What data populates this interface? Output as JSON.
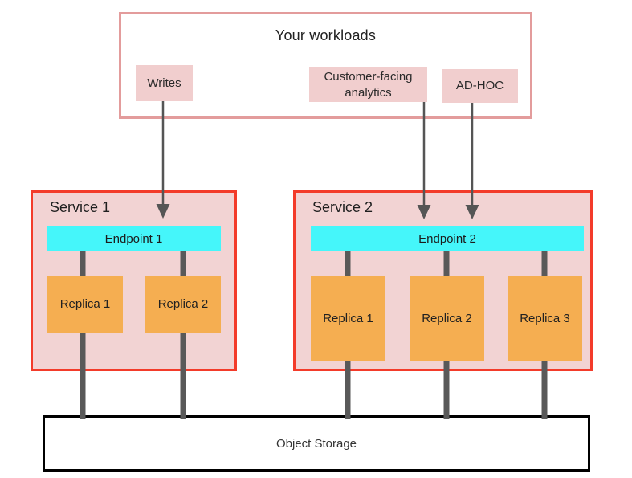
{
  "colors": {
    "service-border": "#f33b2a",
    "service-fill": "#f2d3d3",
    "workloads-border": "#e39c9c",
    "workload-item-fill": "#f1cece",
    "endpoint-fill": "#45f6fa",
    "replica-fill": "#f5ae51",
    "connector": "#595959",
    "arrow": "#555555",
    "storage-border": "#000000",
    "text": "#212121"
  },
  "workloads": {
    "title": "Your workloads",
    "items": [
      {
        "label": "Writes"
      },
      {
        "label": "Customer-facing analytics"
      },
      {
        "label": "AD-HOC"
      }
    ]
  },
  "services": [
    {
      "name": "Service 1",
      "endpoint": "Endpoint 1",
      "replicas": [
        "Replica 1",
        "Replica 2"
      ]
    },
    {
      "name": "Service 2",
      "endpoint": "Endpoint 2",
      "replicas": [
        "Replica 1",
        "Replica 2",
        "Replica 3"
      ]
    }
  ],
  "storage": {
    "label": "Object Storage"
  }
}
